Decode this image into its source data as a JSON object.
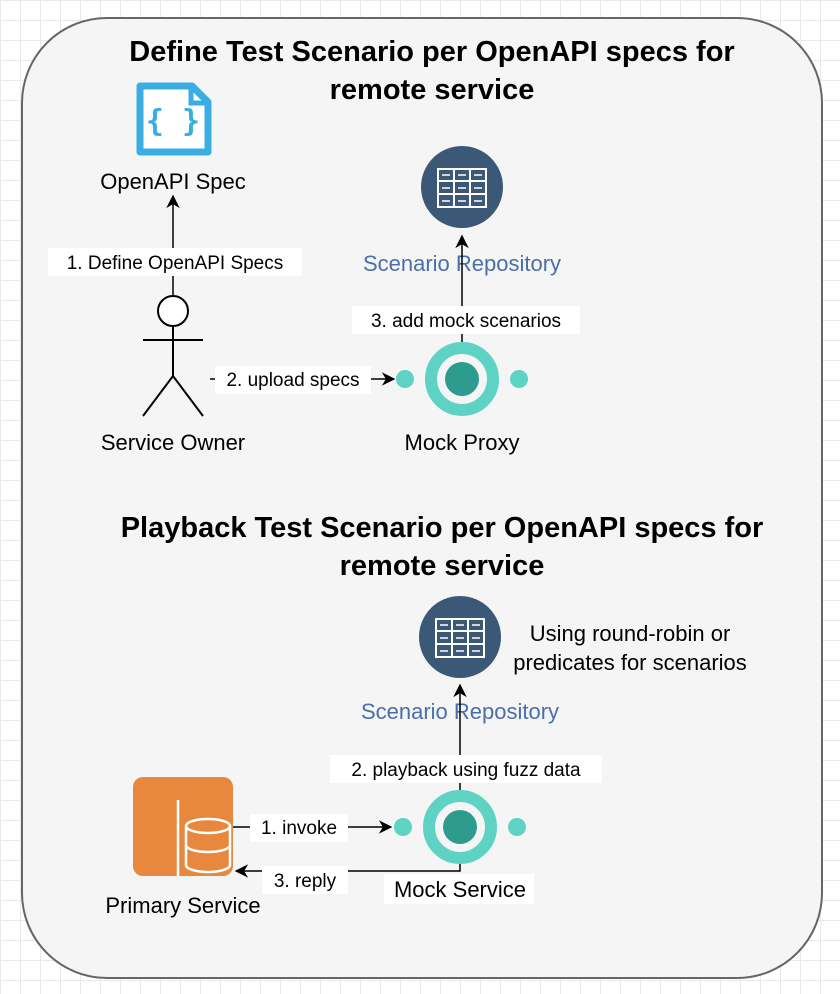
{
  "sections": {
    "define": {
      "title_line1": "Define Test Scenario per OpenAPI specs for",
      "title_line2": "remote service"
    },
    "playback": {
      "title_line1": "Playback Test Scenario per OpenAPI specs for",
      "title_line2": "remote service"
    }
  },
  "nodes": {
    "openapi_spec": "OpenAPI Spec",
    "openapi_braces": "{ }",
    "service_owner": "Service Owner",
    "mock_proxy": "Mock Proxy",
    "scenario_repo_1": "Scenario Repository",
    "scenario_repo_2": "Scenario Repository",
    "primary_service": "Primary Service",
    "mock_service": "Mock Service"
  },
  "edges": {
    "define_specs": "1. Define OpenAPI Specs",
    "upload_specs": "2. upload specs",
    "add_scenarios": "3. add mock scenarios",
    "invoke": "1. invoke",
    "playback": "2. playback using fuzz data",
    "reply": "3. reply"
  },
  "notes": {
    "round_robin_line1": "Using round-robin or",
    "round_robin_line2": "predicates for scenarios"
  },
  "colors": {
    "container_fill": "#f5f5f5",
    "container_stroke": "#666666",
    "openapi_blue": "#3aaee3",
    "repo_dark": "#3b5877",
    "repo_label": "#4a6fa8",
    "mock_teal": "#5ed3c4",
    "mock_core": "#2e9b8f",
    "aws_orange": "#e8883f"
  }
}
